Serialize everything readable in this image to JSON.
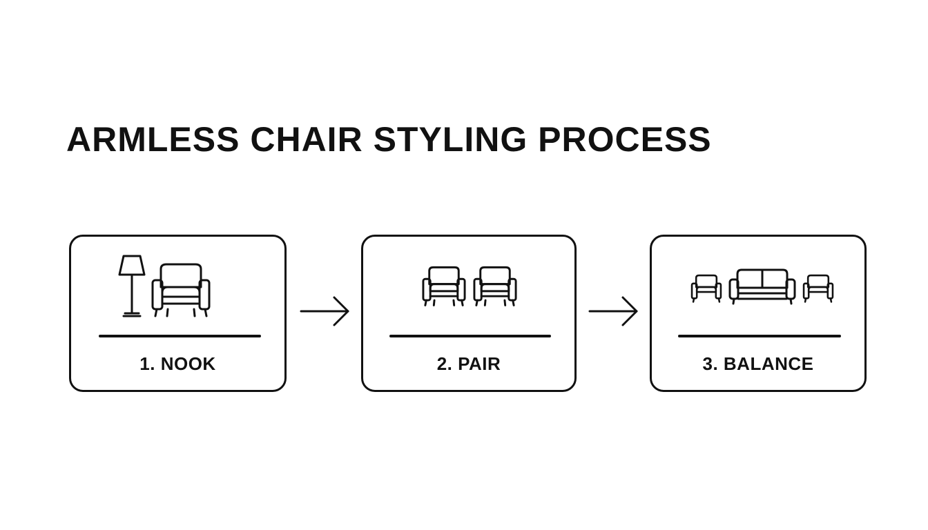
{
  "title": "ARMLESS CHAIR STYLING PROCESS",
  "steps": [
    {
      "label": "1. NOOK",
      "icons": [
        "floor-lamp-icon",
        "armchair-icon"
      ]
    },
    {
      "label": "2. PAIR",
      "icons": [
        "armchair-icon",
        "armchair-icon"
      ]
    },
    {
      "label": "3. BALANCE",
      "icons": [
        "armchair-icon",
        "sofa-icon",
        "armchair-icon"
      ]
    }
  ],
  "colors": {
    "stroke": "#111111",
    "background": "#ffffff"
  }
}
